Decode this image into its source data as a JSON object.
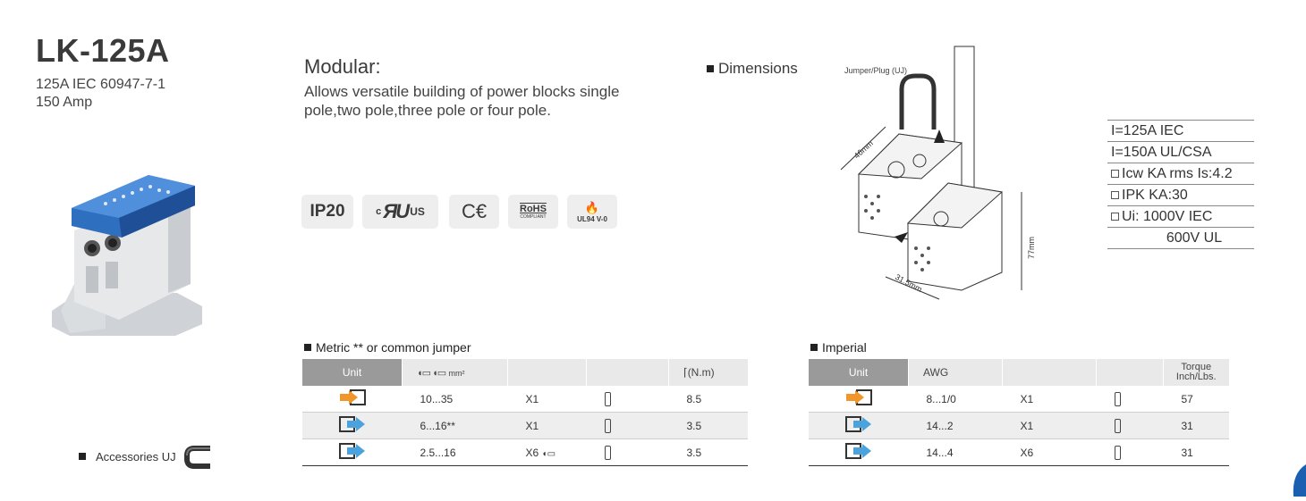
{
  "product": {
    "model": "LK-125A",
    "spec_line1": "125A IEC 60947-7-1",
    "spec_line2": "150 Amp"
  },
  "modular": {
    "title": "Modular:",
    "description": "Allows versatile building of power blocks single pole,two pole,three pole or four pole."
  },
  "certifications": {
    "ip": "IP20",
    "ul": "US",
    "ul_prefix": "c",
    "ce": "C€",
    "rohs": "RoHS",
    "rohs_sub": "COMPLIANT",
    "ul94": "UL94 V-0"
  },
  "dimensions": {
    "title": "Dimensions",
    "jumper_label": "Jumper/Plug  (UJ)",
    "dim_width": "46mm",
    "dim_height": "77mm",
    "dim_depth": "31.5mm"
  },
  "electrical_specs": [
    {
      "text": "I=125A IEC",
      "checkbox": false
    },
    {
      "text": "I=150A UL/CSA",
      "checkbox": false
    },
    {
      "text": "Icw KA rms Is:4.2",
      "checkbox": true
    },
    {
      "text": "IPK KA:30",
      "checkbox": true
    },
    {
      "text": "Ui: 1000V IEC",
      "checkbox": true
    },
    {
      "text": "600V UL",
      "checkbox": false
    }
  ],
  "accessories": {
    "label": "Accessories UJ"
  },
  "metric_table": {
    "title": "Metric ** or common jumper",
    "headers": {
      "unit": "Unit",
      "size": "mm²",
      "qty": "",
      "fuse": "",
      "torque": "(N.m)"
    },
    "rows": [
      {
        "icon": "orange-input-arrow",
        "range": "10...35",
        "qty": "X1",
        "torque": "8.5"
      },
      {
        "icon": "blue-output-arrow",
        "range": "6...16**",
        "qty": "X1",
        "torque": "3.5"
      },
      {
        "icon": "blue-output-arrow",
        "range": "2.5...16",
        "qty": "X6",
        "torque": "3.5"
      }
    ]
  },
  "imperial_table": {
    "title": "Imperial",
    "headers": {
      "unit": "Unit",
      "size": "AWG",
      "qty": "",
      "fuse": "",
      "torque_1": "Torque",
      "torque_2": "Inch/Lbs."
    },
    "rows": [
      {
        "icon": "orange-input-arrow",
        "range": "8...1/0",
        "qty": "X1",
        "torque": "57"
      },
      {
        "icon": "blue-output-arrow",
        "range": "14...2",
        "qty": "X1",
        "torque": "31"
      },
      {
        "icon": "blue-output-arrow",
        "range": "14...4",
        "qty": "X6",
        "torque": "31"
      }
    ]
  },
  "colors": {
    "orange_arrow": "#f0962a",
    "blue_arrow": "#4aa3dd",
    "block_blue": "#2f6fc0",
    "corner_blue": "#1a5fb0"
  }
}
